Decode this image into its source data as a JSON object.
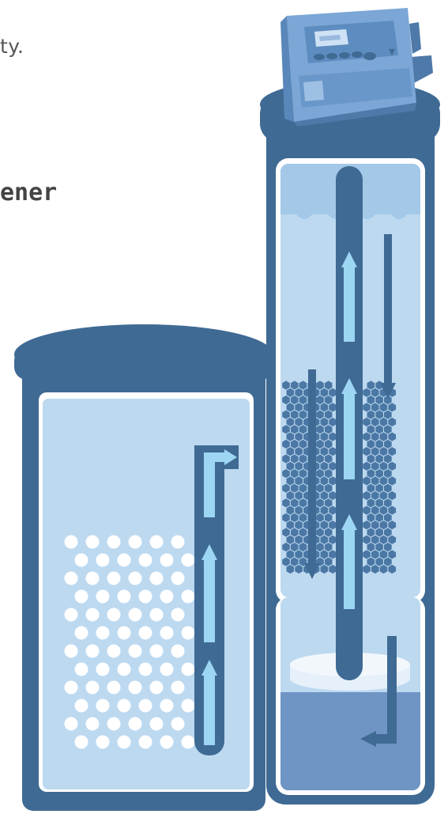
{
  "text_fragments": {
    "top_line": "ty.",
    "title": "ener"
  },
  "colors": {
    "tank_outline": "#3f6a94",
    "water_light": "#bcd9f0",
    "water_mid": "#a3c8e8",
    "water_bottom": "#6f95c4",
    "flow_arrow": "#9dd6f3",
    "resin": "#44709d",
    "salt": "#ffffff",
    "control_head": "#7ba6d6",
    "control_screen": "#cfe2f5"
  },
  "icons": [
    "brine-tank",
    "mineral-tank",
    "control-valve",
    "flow-arrow",
    "resin-bead",
    "salt-pellet"
  ]
}
